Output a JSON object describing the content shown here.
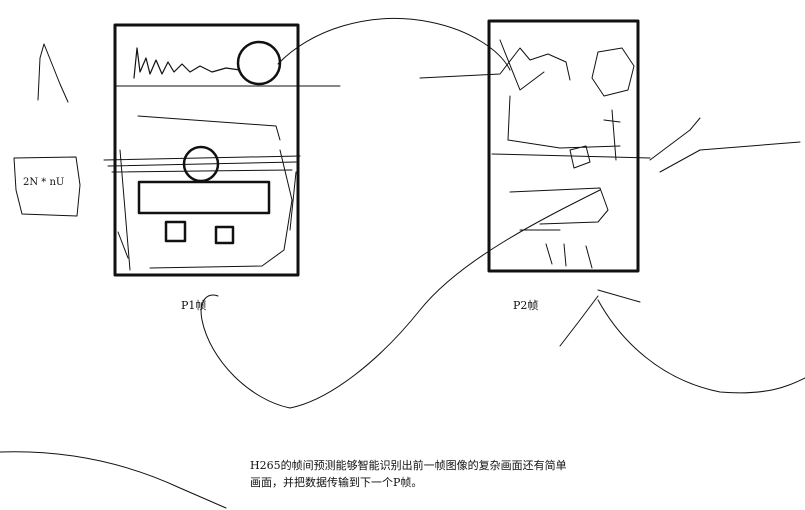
{
  "formula_label": "2N * nU",
  "frame_labels": {
    "p1": "P1帧",
    "p2": "P2帧"
  },
  "caption": {
    "line1": "H265的帧间预测能够智能识别出前一帧图像的复杂画面还有简单",
    "line2": "画面，并把数据传输到下一个P帧。"
  },
  "colors": {
    "ink": "#111111",
    "background": "#ffffff"
  }
}
